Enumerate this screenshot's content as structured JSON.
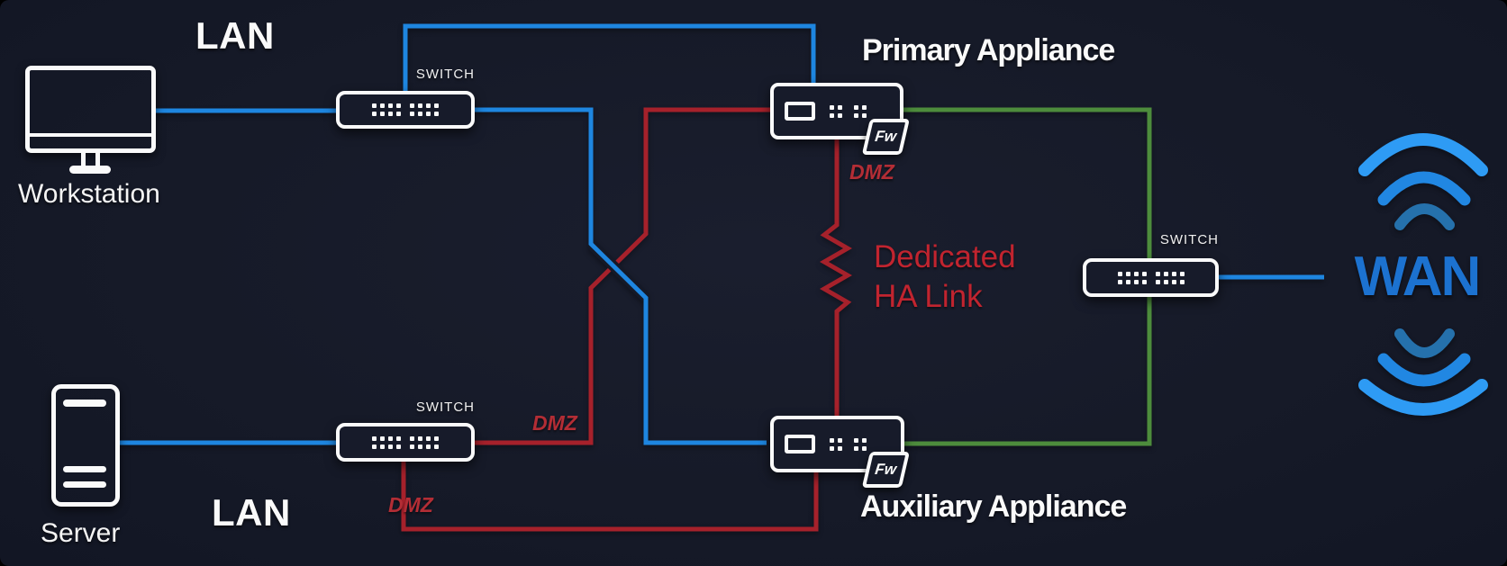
{
  "colors": {
    "panel": "#171b2a",
    "lan_blue": "#1e86e0",
    "dmz_red": "#a6212b",
    "sync_green": "#4d8c3c",
    "wan_blue": "#1c72d0",
    "wifi_bright": "#2e9bf4",
    "wifi_mid": "#2187e2",
    "wifi_dark": "#2571ac",
    "device_white": "#fafafa",
    "dmz_text": "#b32d35",
    "ha_text": "#c1242f"
  },
  "zones": {
    "lan_top": "LAN",
    "lan_bottom": "LAN",
    "dmz_primary": "DMZ",
    "dmz_mid": "DMZ",
    "dmz_bottom": "DMZ"
  },
  "nodes": {
    "workstation": {
      "label": "Workstation"
    },
    "server": {
      "label": "Server"
    },
    "switch_top": {
      "label": "SWITCH"
    },
    "switch_bottom": {
      "label": "SWITCH"
    },
    "switch_right": {
      "label": "SWITCH"
    },
    "primary_appliance": {
      "title": "Primary Appliance",
      "badge": "Fw"
    },
    "auxiliary_appliance": {
      "title": "Auxiliary Appliance",
      "badge": "Fw"
    },
    "wan": {
      "label": "WAN"
    }
  },
  "ha_link": {
    "line1": "Dedicated",
    "line2": "HA Link"
  }
}
